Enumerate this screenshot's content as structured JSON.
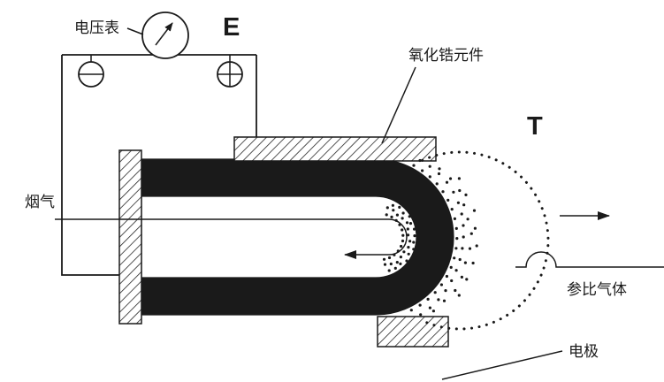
{
  "labels": {
    "voltmeter": "电压表",
    "emf": "E",
    "zirconia_element": "氧化锆元件",
    "temperature": "T",
    "flue_gas": "烟气",
    "reference_gas": "参比气体",
    "electrode": "电极"
  },
  "colors": {
    "line": "#1a1a1a",
    "background": "#ffffff"
  }
}
